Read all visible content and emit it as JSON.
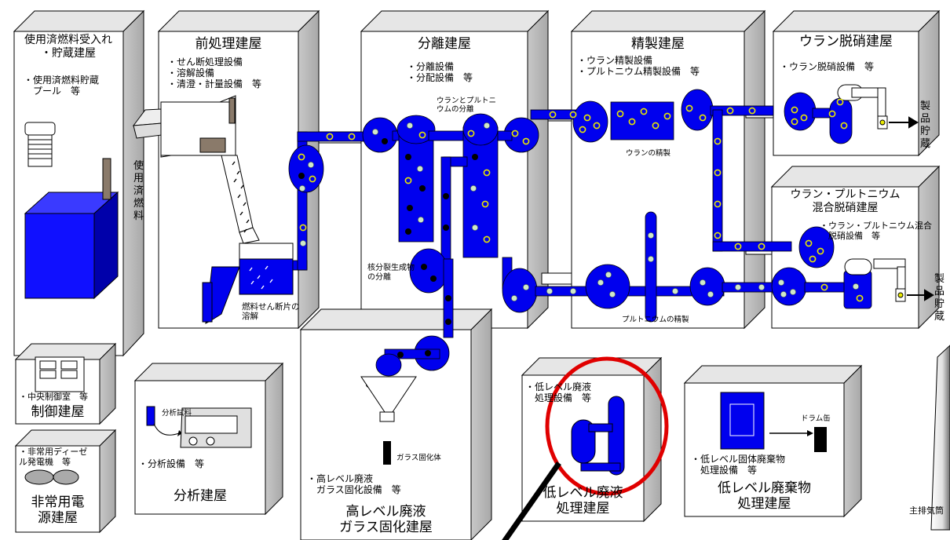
{
  "buildings": {
    "receiving": {
      "name": "使用済燃料受入れ\n・貯蔵建屋",
      "equipment": "・使用済燃料貯蔵\n　プール　等"
    },
    "headend": {
      "name": "前処理建屋",
      "equipment": "・せん断処理設備\n・溶解設備\n・清澄・計量設備　等",
      "note": "燃料せん断片の\n溶解"
    },
    "separation": {
      "name": "分離建屋",
      "equipment": "・分離設備\n・分配設備　等",
      "note_top": "ウランとプルトニ\nウムの分離",
      "note_bottom": "核分裂生成物\nの分離"
    },
    "purification": {
      "name": "精製建屋",
      "equipment": "・ウラン精製設備\n・プルトニウム精製設備　等",
      "note_u": "ウランの精製",
      "note_pu": "プルトニウムの精製"
    },
    "denitration_u": {
      "name": "ウラン脱硝建屋",
      "equipment": "・ウラン脱硝設備　等"
    },
    "denitration_mox": {
      "name": "ウラン・プルトニウム\n混合脱硝建屋",
      "equipment": "・ウラン・プルトニウム混合\n　脱硝設備　等"
    },
    "control": {
      "name": "制御建屋",
      "equipment": "・中央制御室　等"
    },
    "emergency": {
      "name": "非常用電\n源建屋",
      "equipment": "・非常用ディーゼ\nル発電機　等"
    },
    "analysis": {
      "name": "分析建屋",
      "equipment": "・分析設備　等",
      "sample": "分析試料"
    },
    "hlw": {
      "name": "高レベル廃液\nガラス固化建屋",
      "equipment": "・高レベル廃液\n　ガラス固化設備　等",
      "glass": "ガラス固化体"
    },
    "llw_liquid": {
      "name": "低レベル廃液\n処理建屋",
      "equipment": "・低レベル廃液\n　処理設備　等"
    },
    "llw_solid": {
      "name": "低レベル廃棄物\n処理建屋",
      "equipment": "・低レベル固体廃棄物\n　処理設備　等",
      "drum": "ドラム缶"
    }
  },
  "labels": {
    "spent_fuel": "使\n用\n済\n燃\n料",
    "product_storage_1": "製\n品\n貯\n蔵",
    "product_storage_2": "製\n品\n貯\n蔵",
    "main_stack": "主排気筒"
  },
  "colors": {
    "process_blue": "#0000ee",
    "highlight_red": "#e00000",
    "uranium_particle": "#e8e800",
    "pu_particle": "#cfe8c8",
    "fp_particle": "#000000"
  }
}
